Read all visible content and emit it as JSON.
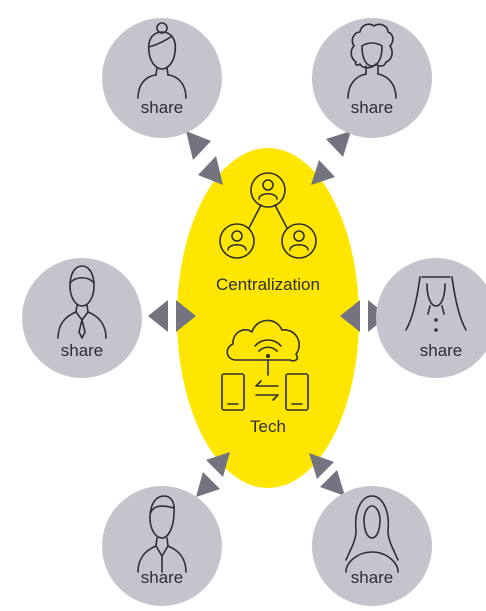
{
  "hub": {
    "top_label": "Centralization",
    "bottom_label": "Tech",
    "fill_color": "#ffe600",
    "icons": [
      "people-network-icon",
      "cloud-icon",
      "phone-sync-icon"
    ]
  },
  "nodes": [
    {
      "id": "top-left",
      "label": "share",
      "icon": "woman-bun-icon"
    },
    {
      "id": "top-right",
      "label": "share",
      "icon": "woman-curly-icon"
    },
    {
      "id": "middle-left",
      "label": "share",
      "icon": "man-tie-icon"
    },
    {
      "id": "middle-right",
      "label": "share",
      "icon": "man-headdress-icon"
    },
    {
      "id": "bottom-left",
      "label": "share",
      "icon": "man-shirt-icon"
    },
    {
      "id": "bottom-right",
      "label": "share",
      "icon": "woman-hijab-icon"
    }
  ],
  "colors": {
    "node_fill": "#c4c4cd",
    "arrow_fill": "#747480",
    "line_color": "#2e2e38",
    "text_color": "#2e2e38"
  }
}
